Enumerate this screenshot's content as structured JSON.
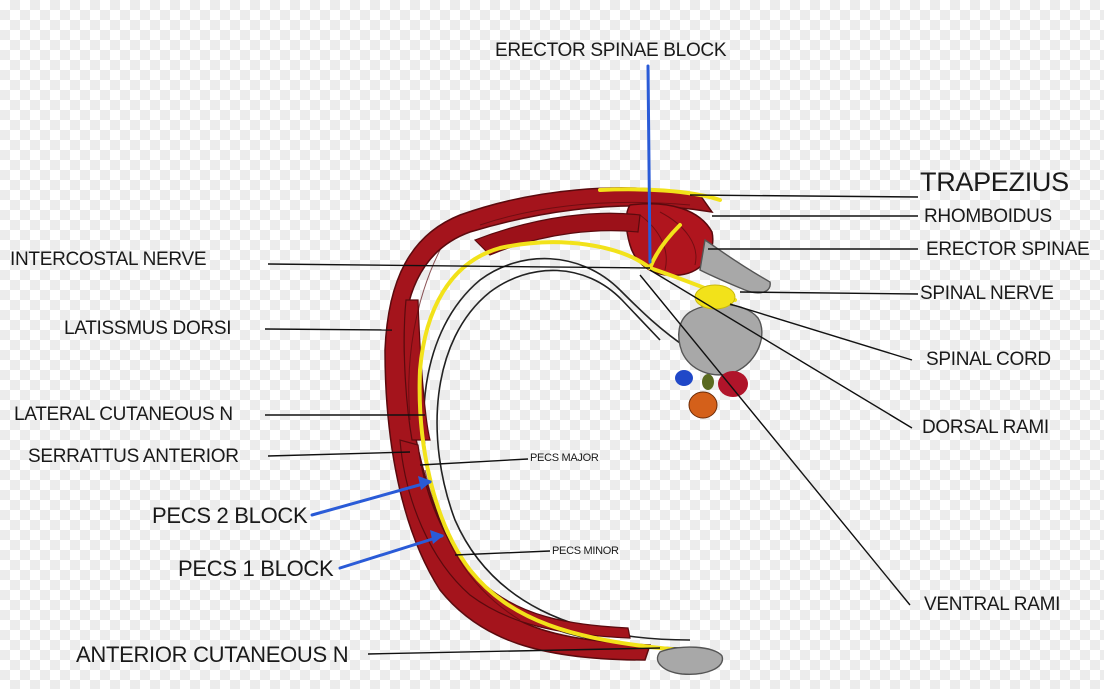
{
  "title": "ERECTOR SPINAE BLOCK",
  "labels": {
    "trapezius": "TRAPEZIUS",
    "rhomboidus": "RHOMBOIDUS",
    "erector_spinae": "ERECTOR SPINAE",
    "spinal_nerve": "SPINAL NERVE",
    "spinal_cord": "SPINAL CORD",
    "dorsal_rami": "DORSAL RAMI",
    "ventral_rami": "VENTRAL RAMI",
    "intercostal_nerve": "INTERCOSTAL NERVE",
    "latissmus_dorsi": "LATISSMUS DORSI",
    "lateral_cutaneous": "LATERAL CUTANEOUS N",
    "serrattus_anterior": "SERRATTUS ANTERIOR",
    "pecs2_block": "PECS 2 BLOCK",
    "pecs1_block": "PECS 1 BLOCK",
    "anterior_cutaneous": "ANTERIOR CUTANEOUS N",
    "pecs_major": "PECS MAJOR",
    "pecs_minor": "PECS MINOR"
  },
  "colors": {
    "muscle": "#a4141c",
    "nerve": "#f2e21a",
    "bone": "#a8a8a8",
    "needle": "#2a5bd7"
  }
}
